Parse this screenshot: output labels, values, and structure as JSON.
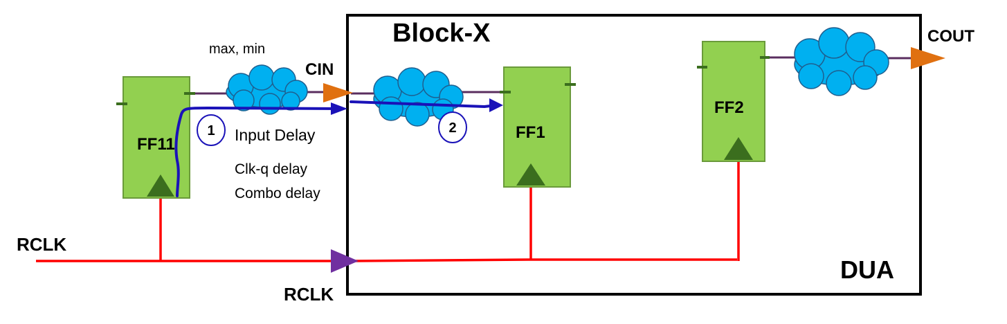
{
  "labels": {
    "block_name": "Block-X",
    "dua": "DUA",
    "cin": "CIN",
    "cout": "COUT",
    "rclk_left": "RCLK",
    "rclk_bottom": "RCLK",
    "max_min": "max, min",
    "input_delay": "Input Delay",
    "clkq_delay": "Clk-q delay",
    "combo_delay": "Combo delay",
    "ff11": "FF11",
    "ff1": "FF1",
    "ff2": "FF2",
    "path1": "1",
    "path2": "2"
  },
  "colors": {
    "clock_wire": "#ff0000",
    "data_wire": "#5a2d5f",
    "timing_path": "#1a12b8",
    "port_orange": "#e07010",
    "port_purple": "#7030a0",
    "flop_fill": "#92d050",
    "flop_border": "#6a9a3a",
    "clock_triangle": "#3b6e1e",
    "cloud_fill": "#00b0f0",
    "cloud_border": "#1f5f8f"
  }
}
